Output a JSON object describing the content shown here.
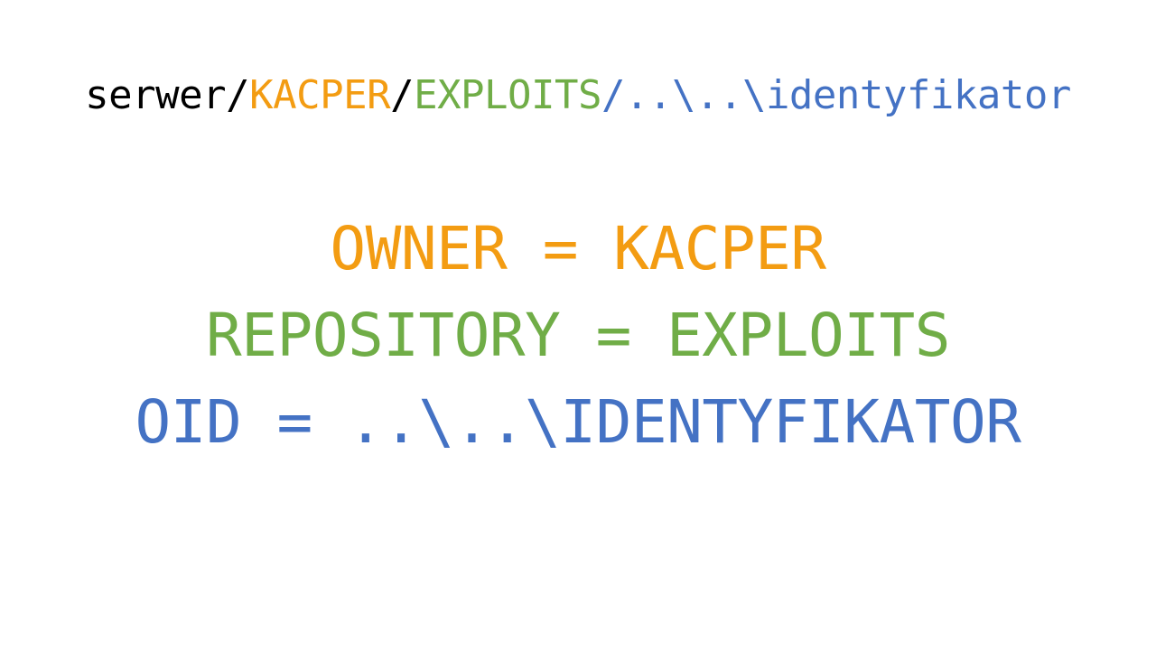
{
  "colors": {
    "default": "#000000",
    "owner": "#F39C12",
    "repository": "#70AD47",
    "oid": "#4472C4"
  },
  "path": {
    "server": "serwer",
    "sep1": "/",
    "owner": "KACPER",
    "sep2": "/",
    "repository": "EXPLOITS",
    "sep3": "/",
    "oid": "..\\..\\identyfikator"
  },
  "assignments": {
    "owner": "OWNER = KACPER",
    "repository": "REPOSITORY = EXPLOITS",
    "oid": "OID = ..\\..\\IDENTYFIKATOR"
  }
}
